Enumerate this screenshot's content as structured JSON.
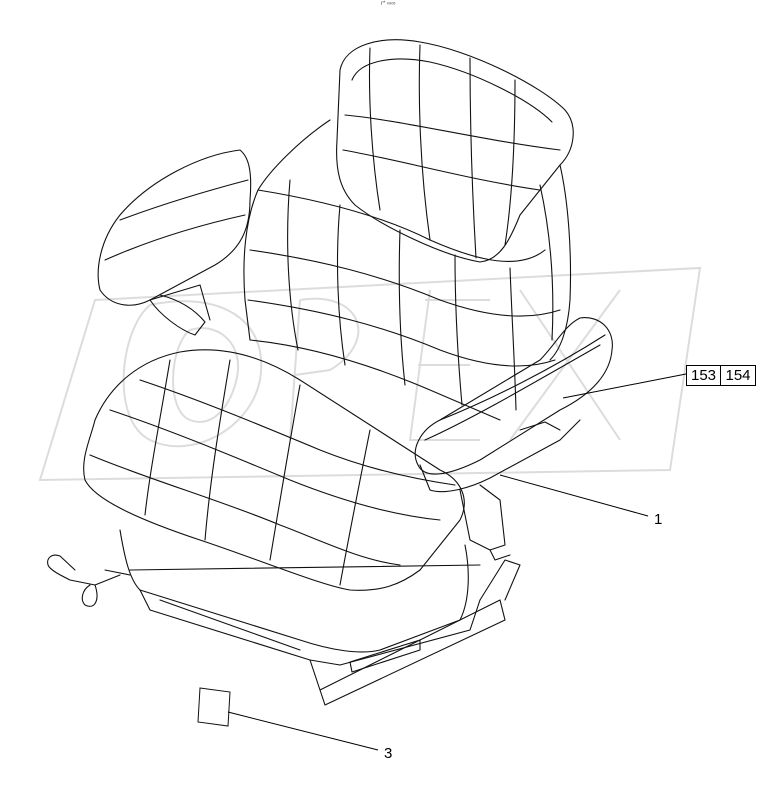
{
  "header_mark": "r* ∞∞",
  "watermark": {
    "text": "OPEX",
    "color": "#e2e2e2"
  },
  "callouts": {
    "item_153": "153",
    "item_154": "154",
    "item_1": "1",
    "item_3": "3"
  },
  "colors": {
    "line": "#111111",
    "background": "#ffffff"
  }
}
